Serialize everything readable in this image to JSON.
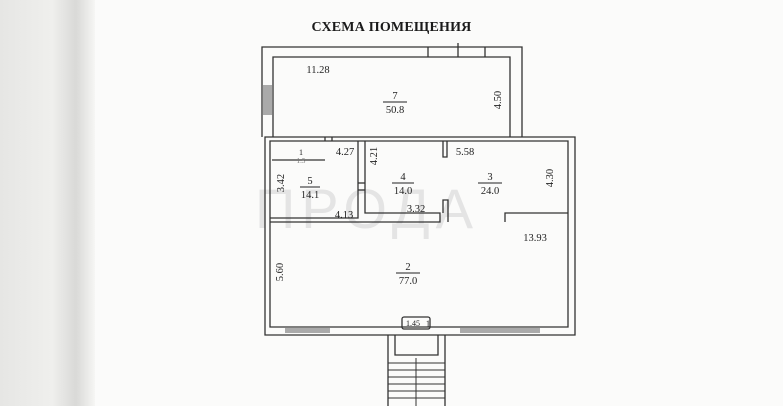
{
  "title": "СХЕМА ПОМЕЩЕНИЯ",
  "watermark": "ПРОДА",
  "rooms": [
    {
      "number": "7",
      "area": "50.8"
    },
    {
      "number": "1",
      "area": "1.5"
    },
    {
      "number": "5",
      "area": "14.1"
    },
    {
      "number": "4",
      "area": "14.0"
    },
    {
      "number": "3",
      "area": "24.0"
    },
    {
      "number": "2",
      "area": "77.0"
    }
  ],
  "dimensions": [
    "11.28",
    "4.50",
    "4.27",
    "4.21",
    "5.58",
    "3.42",
    "4.13",
    "3.32",
    "4.30",
    "13.93",
    "5.60",
    "1.45",
    "1"
  ],
  "colors": {
    "lines": "#333333",
    "paper": "#fbfbfa"
  }
}
